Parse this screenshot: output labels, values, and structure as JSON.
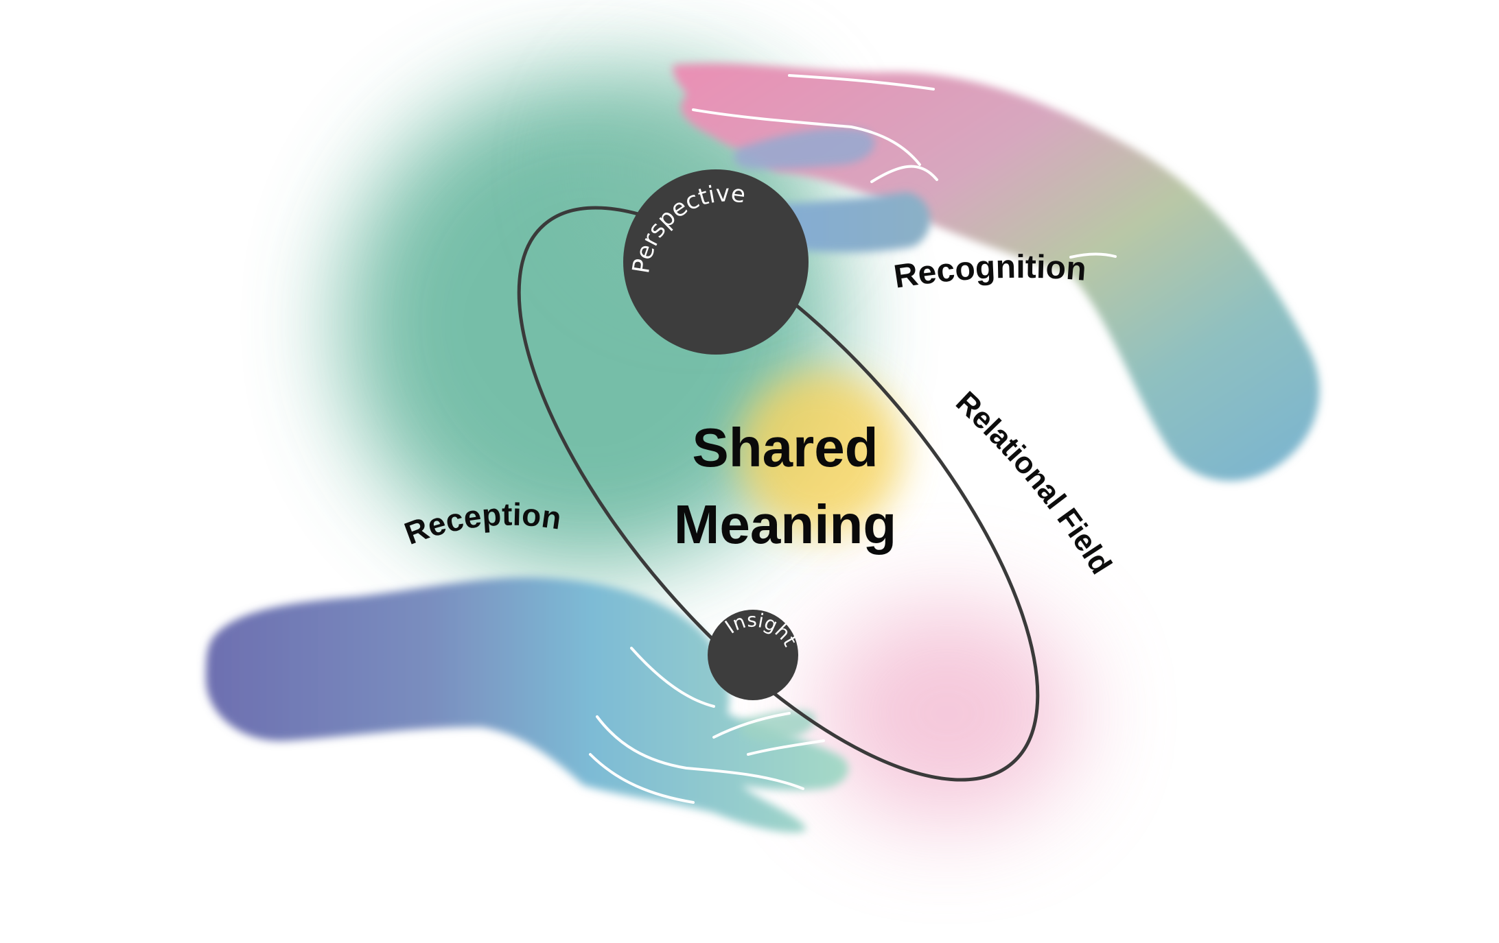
{
  "diagram": {
    "center": {
      "line1": "Shared",
      "line2": "Meaning"
    },
    "labels": {
      "top_right": "Recognition",
      "left": "Reception",
      "right_orbit": "Relational Field"
    },
    "orbs": {
      "top": "Perspective",
      "bottom": "Insight"
    },
    "colors": {
      "orbit": "#3a3a3a",
      "orb": "#3d3d3d",
      "text": "#0d0d0d",
      "green": "#5fb39a",
      "yellow": "#f7d35b",
      "pink": "#f2b6cf",
      "hand_pink": "#e58fb3",
      "hand_blue": "#7ab8d4",
      "hand_purple": "#6f6fae",
      "hand_teal": "#9fd3c4"
    }
  }
}
